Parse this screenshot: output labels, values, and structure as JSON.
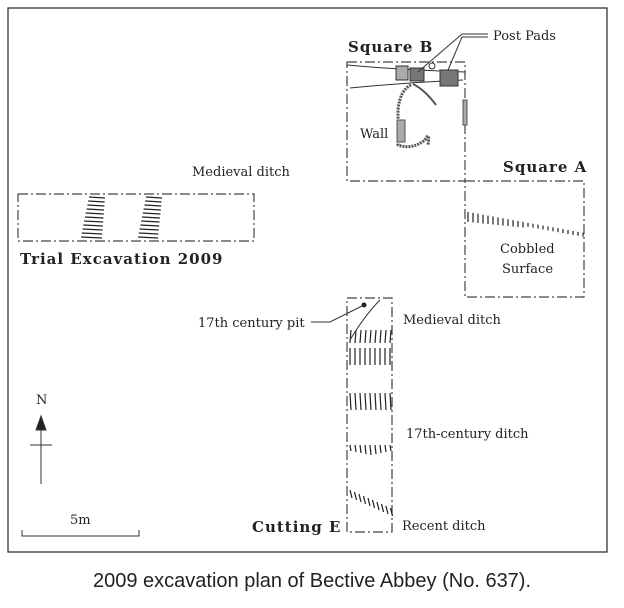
{
  "figure": {
    "caption": "2009 excavation plan of Bective Abbey (No. 637).",
    "labels": {
      "square_b": "Square B",
      "post_pads": "Post Pads",
      "wall": "Wall",
      "square_a": "Square A",
      "medieval_ditch_trial": "Medieval ditch",
      "cobbled": "Cobbled",
      "surface": "Surface",
      "trial_excavation": "Trial Excavation 2009",
      "pit": "17th century pit",
      "medieval_ditch_cutting": "Medieval ditch",
      "seventeenth_ditch": "17th-century ditch",
      "recent_ditch": "Recent ditch",
      "cutting_e": "Cutting E",
      "north": "N",
      "scale": "5m"
    }
  }
}
